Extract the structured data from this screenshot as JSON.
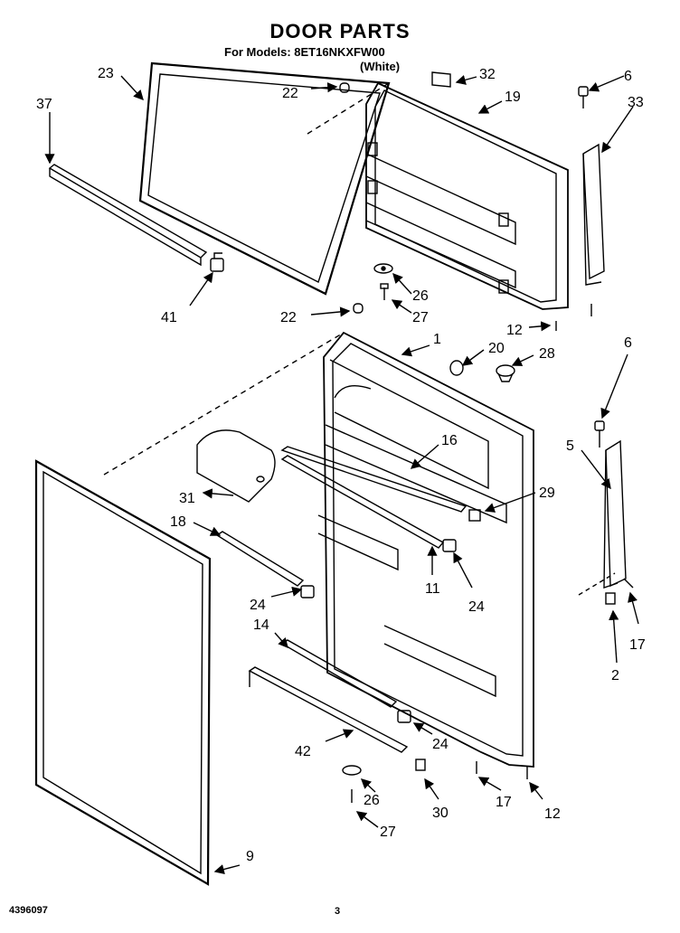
{
  "header": {
    "title": "DOOR PARTS",
    "models": "For Models: 8ET16NKXFW00",
    "variant": "(White)"
  },
  "footer": {
    "document_number": "4396097",
    "page_number": "3"
  },
  "callouts": [
    {
      "id": "c23",
      "label": "23"
    },
    {
      "id": "c37",
      "label": "37"
    },
    {
      "id": "c41",
      "label": "41"
    },
    {
      "id": "c22a",
      "label": "22"
    },
    {
      "id": "c32",
      "label": "32"
    },
    {
      "id": "c19",
      "label": "19"
    },
    {
      "id": "c6a",
      "label": "6"
    },
    {
      "id": "c33",
      "label": "33"
    },
    {
      "id": "c26a",
      "label": "26"
    },
    {
      "id": "c27a",
      "label": "27"
    },
    {
      "id": "c22b",
      "label": "22"
    },
    {
      "id": "c12a",
      "label": "12"
    },
    {
      "id": "c1",
      "label": "1"
    },
    {
      "id": "c20",
      "label": "20"
    },
    {
      "id": "c28",
      "label": "28"
    },
    {
      "id": "c6b",
      "label": "6"
    },
    {
      "id": "c16",
      "label": "16"
    },
    {
      "id": "c5",
      "label": "5"
    },
    {
      "id": "c31",
      "label": "31"
    },
    {
      "id": "c29",
      "label": "29"
    },
    {
      "id": "c18",
      "label": "18"
    },
    {
      "id": "c24a",
      "label": "24"
    },
    {
      "id": "c11",
      "label": "11"
    },
    {
      "id": "c24b",
      "label": "24"
    },
    {
      "id": "c14",
      "label": "14"
    },
    {
      "id": "c2",
      "label": "2"
    },
    {
      "id": "c17a",
      "label": "17"
    },
    {
      "id": "c24c",
      "label": "24"
    },
    {
      "id": "c42",
      "label": "42"
    },
    {
      "id": "c17b",
      "label": "17"
    },
    {
      "id": "c12b",
      "label": "12"
    },
    {
      "id": "c26b",
      "label": "26"
    },
    {
      "id": "c30",
      "label": "30"
    },
    {
      "id": "c27b",
      "label": "27"
    },
    {
      "id": "c9",
      "label": "9"
    }
  ]
}
